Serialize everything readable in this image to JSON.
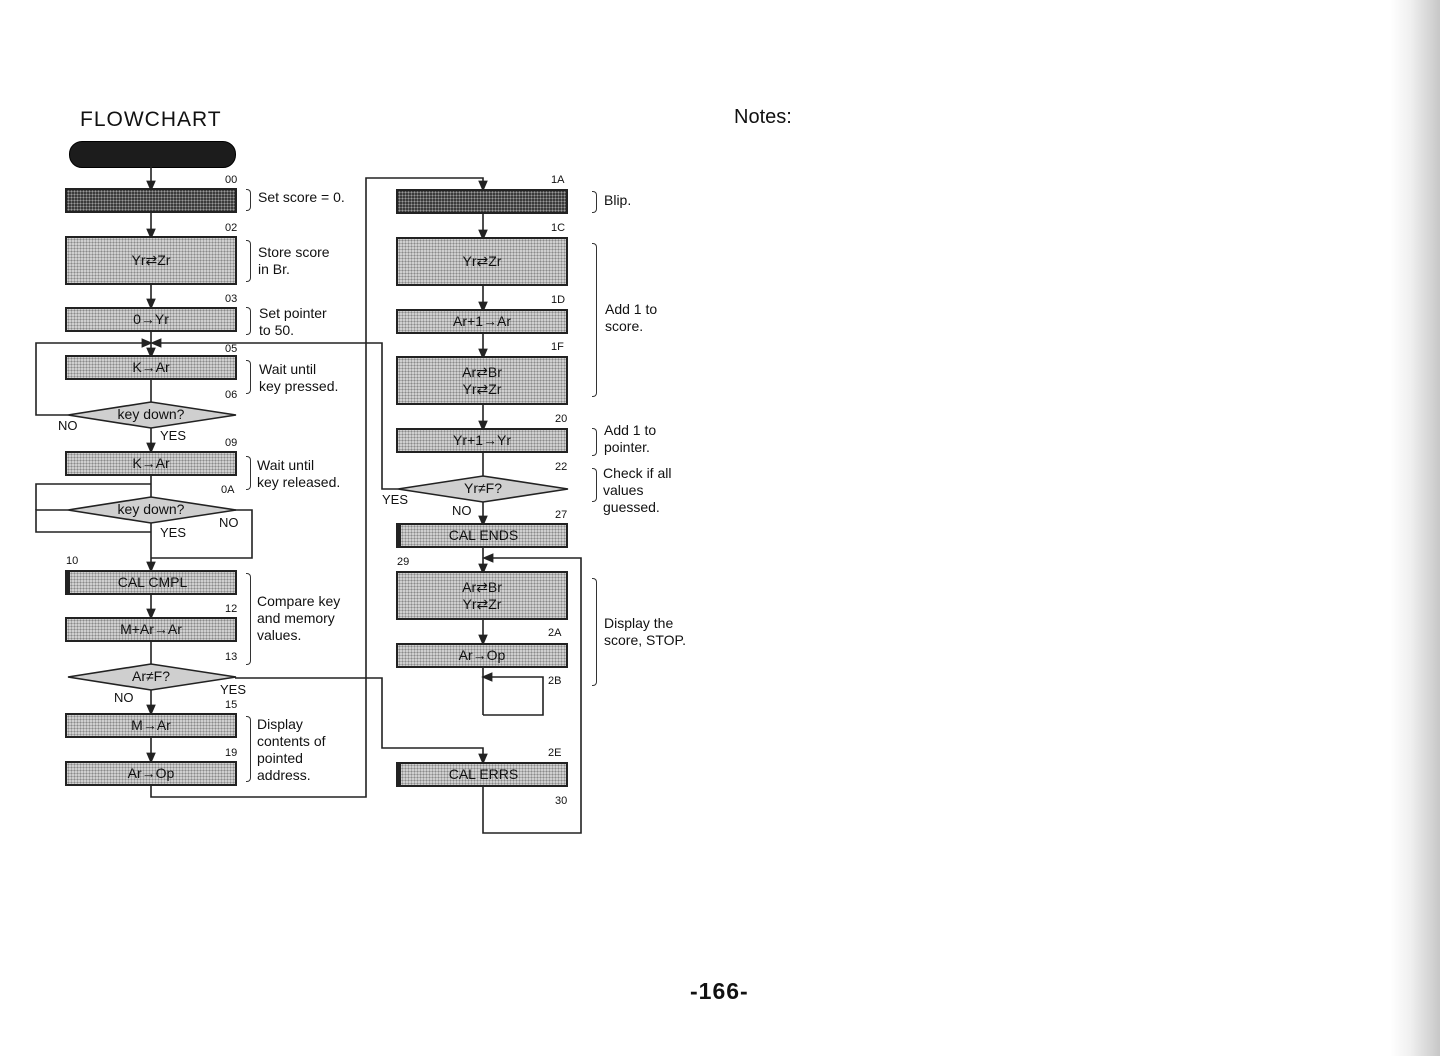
{
  "title": "FLOWCHART",
  "notes_label": "Notes:",
  "page_number": "-166-",
  "boxes": [
    {
      "id": "b00",
      "num": "00",
      "lines": [
        ""
      ],
      "dark": true
    },
    {
      "id": "b02",
      "num": "02",
      "lines": [
        "",
        "Yr⇄Zr"
      ],
      "dark": false
    },
    {
      "id": "b03",
      "num": "03",
      "lines": [
        "0→Yr"
      ],
      "dark": false
    },
    {
      "id": "b05",
      "num": "05",
      "lines": [
        "K→Ar"
      ],
      "dark": false
    },
    {
      "id": "b09",
      "num": "09",
      "lines": [
        "K→Ar"
      ],
      "dark": false
    },
    {
      "id": "b10",
      "num": "10",
      "lines": [
        "CAL CMPL"
      ],
      "dark": false
    },
    {
      "id": "b12",
      "num": "12",
      "lines": [
        "M+Ar→Ar"
      ],
      "dark": false
    },
    {
      "id": "b15",
      "num": "15",
      "lines": [
        "M→Ar"
      ],
      "dark": false
    },
    {
      "id": "b19",
      "num": "19",
      "lines": [
        "Ar→Op"
      ],
      "dark": false
    },
    {
      "id": "b1A",
      "num": "1A",
      "lines": [
        ""
      ],
      "dark": true
    },
    {
      "id": "b1C",
      "num": "1C",
      "lines": [
        "",
        "Yr⇄Zr"
      ],
      "dark": false
    },
    {
      "id": "b1D",
      "num": "1D",
      "lines": [
        "Ar+1→Ar"
      ],
      "dark": false
    },
    {
      "id": "b1F",
      "num": "1F",
      "lines": [
        "Ar⇄Br",
        "Yr⇄Zr"
      ],
      "dark": false
    },
    {
      "id": "b20",
      "num": "20",
      "lines": [
        "Yr+1→Yr"
      ],
      "dark": false
    },
    {
      "id": "b27",
      "num": "27",
      "lines": [
        "CAL ENDS"
      ],
      "dark": false
    },
    {
      "id": "b29",
      "num": "29",
      "lines": [
        "Ar⇄Br",
        "Yr⇄Zr"
      ],
      "dark": false
    },
    {
      "id": "b2A",
      "num": "2A",
      "lines": [
        "Ar→Op"
      ],
      "dark": false
    },
    {
      "id": "b2E",
      "num": "2E",
      "lines": [
        "CAL ERRS"
      ],
      "dark": false
    }
  ],
  "decisions": [
    {
      "id": "d06",
      "num": "06",
      "text": "key down?",
      "yes": "YES",
      "no": "NO"
    },
    {
      "id": "d0A",
      "num": "0A",
      "text": "key down?",
      "yes": "YES",
      "no": "NO"
    },
    {
      "id": "d13",
      "num": "13",
      "text": "Ar≠F?",
      "yes": "YES",
      "no": "NO"
    },
    {
      "id": "d22",
      "num": "22",
      "text": "Yr≠F?",
      "yes": "YES",
      "no": "NO"
    }
  ],
  "extra_nums": {
    "n2B": "2B",
    "n30": "30"
  },
  "comments": [
    {
      "id": "c00",
      "lines": [
        "Set score = 0."
      ]
    },
    {
      "id": "c02",
      "lines": [
        "Store score",
        "in Br."
      ]
    },
    {
      "id": "c03",
      "lines": [
        "Set pointer",
        "to 50."
      ]
    },
    {
      "id": "c05",
      "lines": [
        "Wait until",
        "key pressed."
      ]
    },
    {
      "id": "c09",
      "lines": [
        "Wait until",
        "key released."
      ]
    },
    {
      "id": "c12",
      "lines": [
        "Compare key",
        "and memory",
        "values."
      ]
    },
    {
      "id": "c15",
      "lines": [
        "Display",
        "contents of",
        "pointed",
        "address."
      ]
    },
    {
      "id": "c1A",
      "lines": [
        "Blip."
      ]
    },
    {
      "id": "c1C",
      "lines": [
        "Add 1 to",
        "score."
      ]
    },
    {
      "id": "c20",
      "lines": [
        "Add 1 to",
        "pointer."
      ]
    },
    {
      "id": "c22",
      "lines": [
        "Check if all",
        "values",
        "guessed."
      ]
    },
    {
      "id": "c29",
      "lines": [
        "Display the",
        "score, STOP."
      ]
    }
  ]
}
